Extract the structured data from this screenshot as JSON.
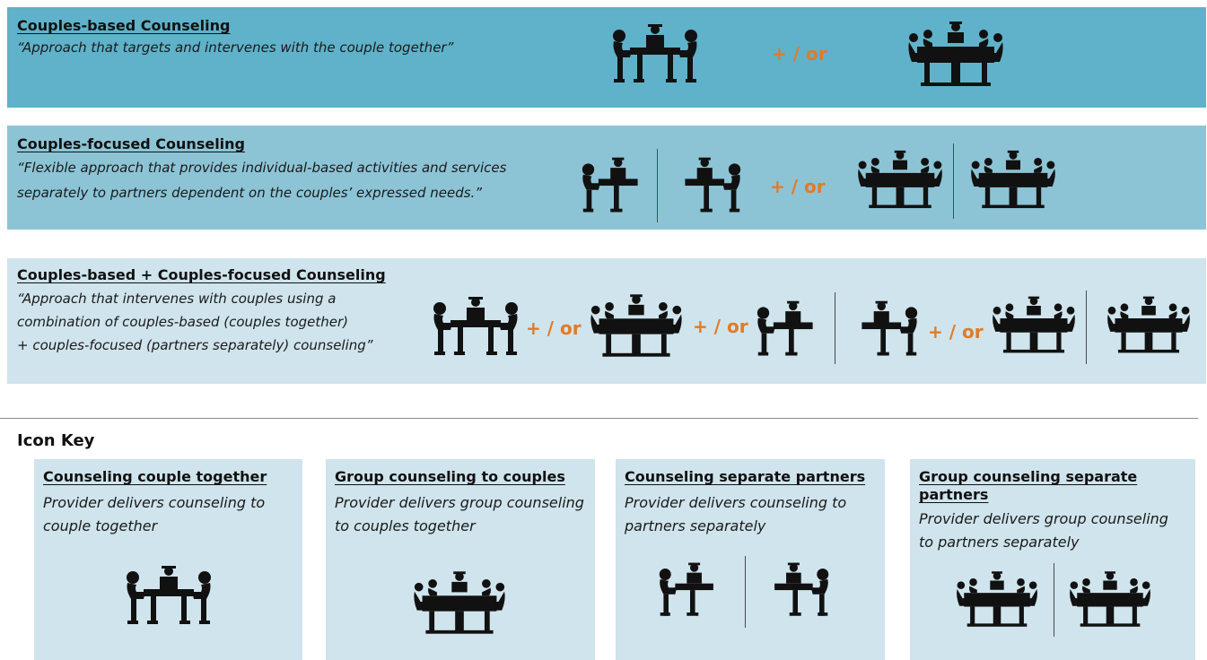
{
  "sections": [
    {
      "title": "Couples-based  Counseling",
      "desc_lines": [
        "“Approach that targets and intervenes with the couple together”"
      ],
      "bg": "#5fb2ca",
      "connector": "+ / or"
    },
    {
      "title": "Couples-focused  Counseling",
      "desc_lines": [
        "“Flexible approach that provides individual-based activities and services",
        "separately to partners dependent on the couples’ expressed needs.”"
      ],
      "bg": "#8cc4d6",
      "connector": "+ / or"
    },
    {
      "title": "Couples-based  +  Couples-focused  Counseling",
      "desc_lines": [
        "“Approach that intervenes with couples using a",
        "combination of couples-based (couples together)",
        "+ couples-focused (partners separately) counseling”"
      ],
      "bg": "#cfe4ec",
      "connector": "+ / or"
    }
  ],
  "icon_key": {
    "label": "Icon Key",
    "cards": [
      {
        "title": "Counseling  couple together",
        "desc": "Provider delivers counseling to couple together",
        "icon": "couple-counseling-icon"
      },
      {
        "title": "Group counseling to couples",
        "desc": "Provider delivers group counseling to couples together",
        "icon": "group-couples-icon"
      },
      {
        "title": "Counseling  separate partners",
        "desc": "Provider delivers counseling to partners separately",
        "icon": "separate-partner-icon"
      },
      {
        "title": "Group counseling  separate partners",
        "desc": "Provider delivers group counseling to partners separately",
        "icon": "group-separate-icon"
      }
    ]
  },
  "colors": {
    "connector": "#e07b26",
    "icon": "#111111",
    "key_card_bg": "#cfe4ec"
  }
}
